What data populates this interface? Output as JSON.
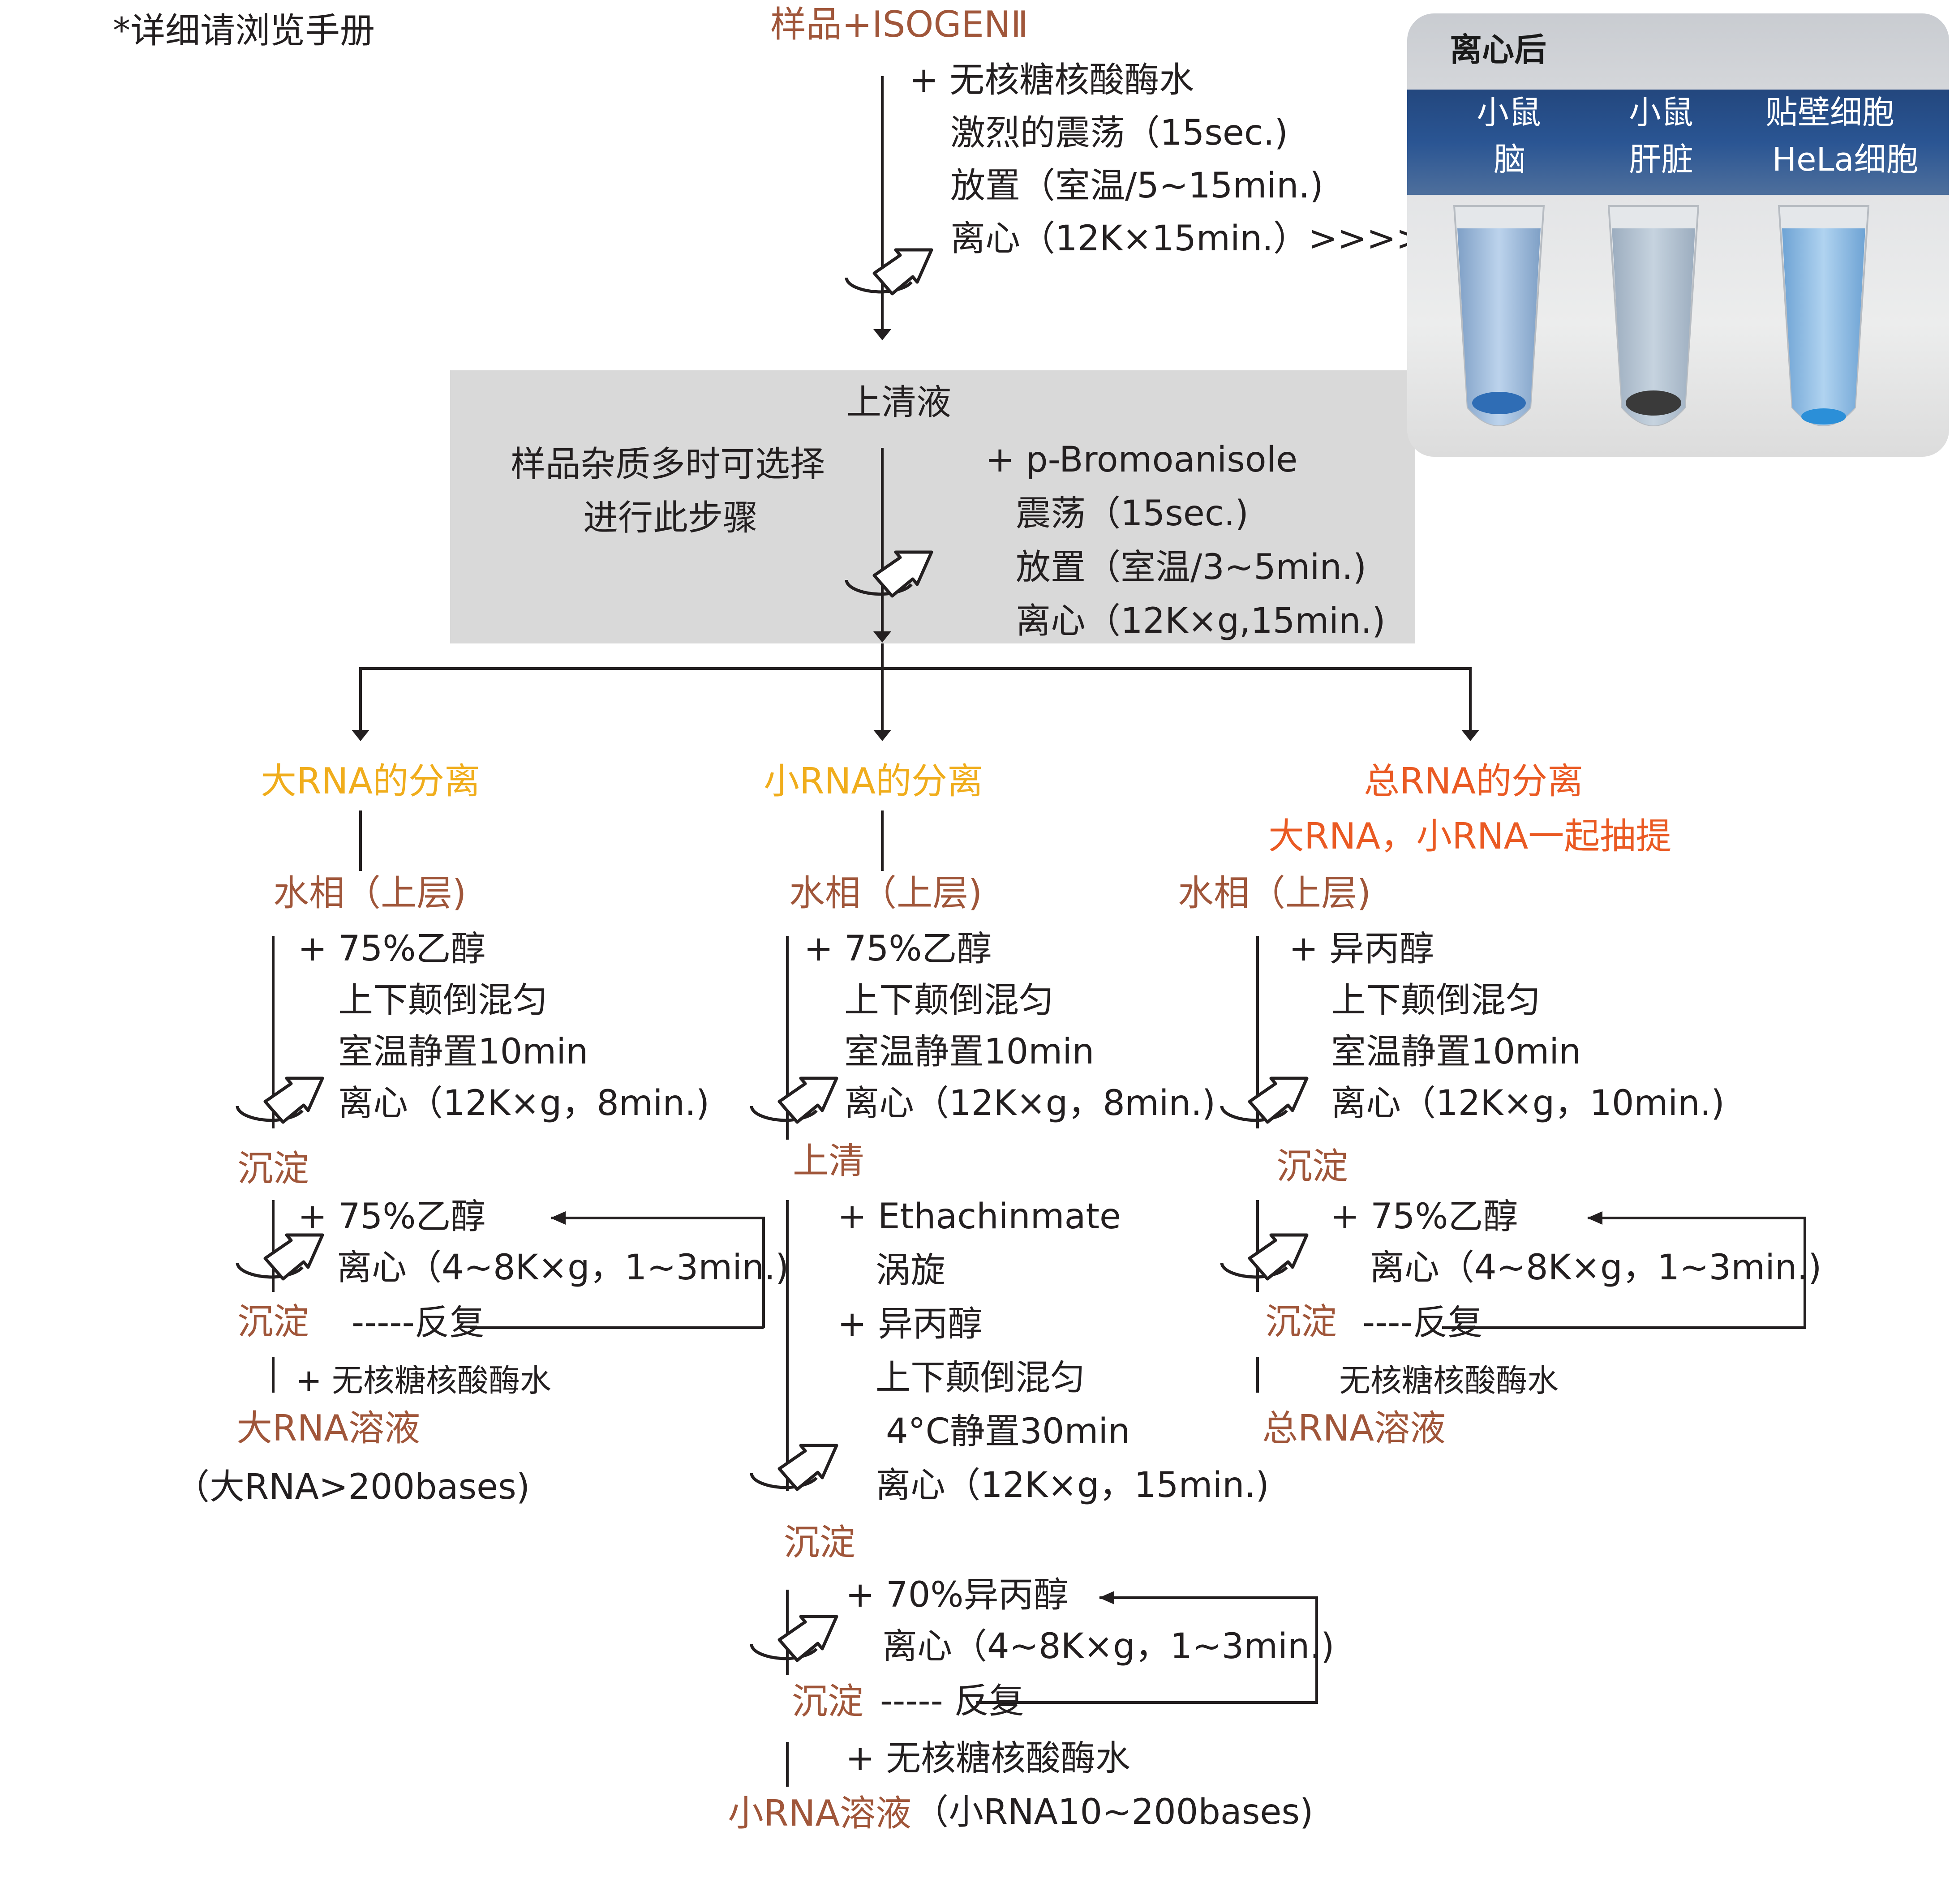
{
  "note": "*详细请浏览手册",
  "top": {
    "title": "样品+ISOGENⅡ",
    "steps": [
      "+ 无核糖核酸酶水",
      "激烈的震荡（15sec.)",
      "放置（室温/5~15min.)",
      "离心（12K×15min.）>>>>"
    ]
  },
  "photo": {
    "title": "离心后",
    "columns": [
      {
        "line1": "小鼠",
        "line2": "脑"
      },
      {
        "line1": "小鼠",
        "line2": "肝脏"
      },
      {
        "line1": "贴壁细胞",
        "line2": "HeLa细胞"
      }
    ]
  },
  "supernatant": {
    "title": "上清液",
    "optional_note": [
      "样品杂质多时可选择",
      "进行此步骤"
    ],
    "steps": [
      "+ p-Bromoanisole",
      "震荡（15sec.)",
      "放置（室温/3~5min.)",
      "离心（12K×g,15min.)"
    ]
  },
  "large_rna": {
    "title": "大RNA的分离",
    "phase": "水相（上层)",
    "steps1": [
      "+ 75%乙醇",
      "上下颠倒混匀",
      "室温静置10min",
      "离心（12K×g，8min.)"
    ],
    "pellet1": "沉淀",
    "steps2": [
      "+ 75%乙醇",
      "离心（4~8K×g，1~3min.)"
    ],
    "pellet2": "沉淀",
    "repeat": "-----反复",
    "add_water": "+ 无核糖核酸酶水",
    "solution": "大RNA溶液",
    "note": "（大RNA>200bases)"
  },
  "small_rna": {
    "title": "小RNA的分离",
    "phase": "水相（上层)",
    "steps1": [
      "+ 75%乙醇",
      "上下颠倒混匀",
      "室温静置10min",
      "离心（12K×g，8min.)"
    ],
    "supernatant": "上清",
    "steps2": [
      "+ Ethachinmate",
      "涡旋",
      "+ 异丙醇",
      "上下颠倒混匀",
      "4°C静置30min",
      "离心（12K×g，15min.)"
    ],
    "pellet1": "沉淀",
    "steps3": [
      "+ 70%异丙醇",
      "离心（4~8K×g，1~3min.)"
    ],
    "pellet2": "沉淀",
    "repeat": "----- 反复",
    "add_water": "+ 无核糖核酸酶水",
    "solution": "小RNA溶液",
    "note": "（小RNA10~200bases)"
  },
  "total_rna": {
    "title": "总RNA的分离",
    "subtitle": "大RNA，小RNA一起抽提",
    "phase": "水相（上层)",
    "steps1": [
      "+ 异丙醇",
      "上下颠倒混匀",
      "室温静置10min",
      "离心（12K×g，10min.)"
    ],
    "pellet1": "沉淀",
    "steps2": [
      "+ 75%乙醇",
      "离心（4~8K×g，1~3min.)"
    ],
    "pellet2": "沉淀",
    "repeat": "----反复",
    "add_water": "无核糖核酸酶水",
    "solution": "总RNA溶液"
  },
  "colors": {
    "brown": "#a0563a",
    "yellow": "#f0ad1c",
    "orange": "#ea5a23",
    "gray_box": "#d9d9d9",
    "photo_band": "#2a5593"
  }
}
